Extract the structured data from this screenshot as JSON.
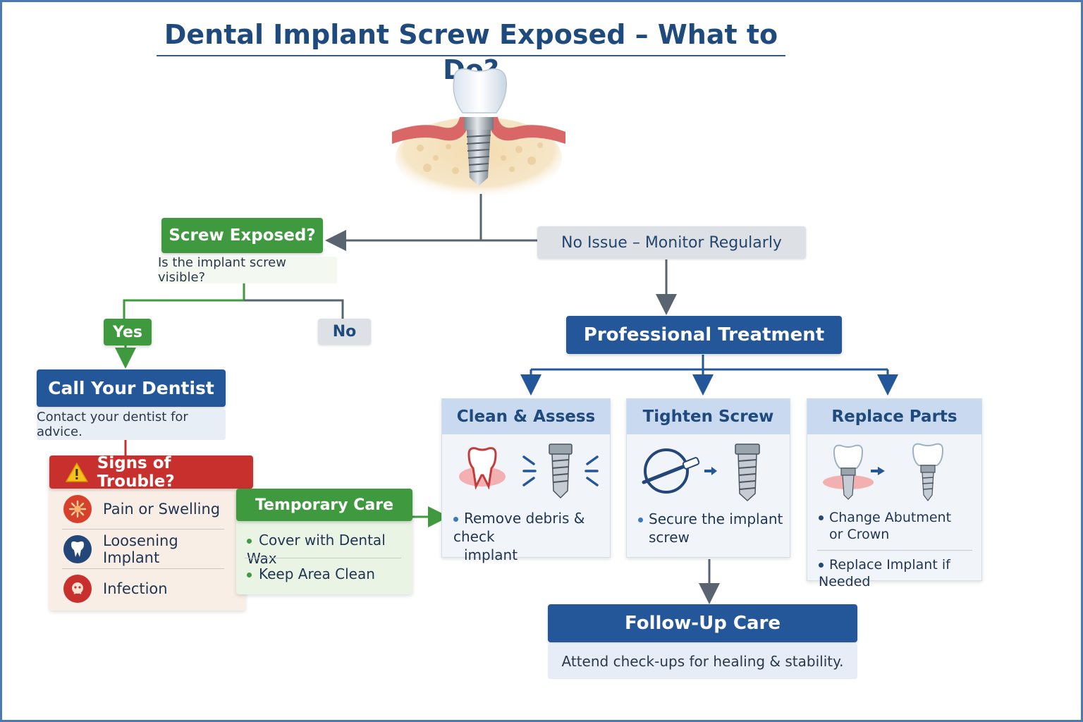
{
  "title": "Dental Implant Screw Exposed – What to Do?",
  "screw_exposed": {
    "label": "Screw Exposed?",
    "question": "Is the implant screw visible?"
  },
  "answers": {
    "yes": "Yes",
    "no": "No"
  },
  "no_issue": "No Issue – Monitor Regularly",
  "call_dentist": {
    "label": "Call Your Dentist",
    "sub": "Contact your dentist for advice."
  },
  "trouble": {
    "label": "Signs of Trouble?",
    "items": [
      "Pain or Swelling",
      "Loosening Implant",
      "Infection"
    ]
  },
  "temporary_care": {
    "label": "Temporary Care",
    "items": [
      "Cover with Dental Wax",
      "Keep Area Clean"
    ]
  },
  "professional_treatment": {
    "label": "Professional Treatment"
  },
  "treatments": [
    {
      "label": "Clean & Assess",
      "lines": [
        "Remove debris & check",
        "implant"
      ]
    },
    {
      "label": "Tighten Screw",
      "lines": [
        "Secure the implant",
        "screw"
      ]
    },
    {
      "label": "Replace Parts",
      "lines": [
        "Change Abutment",
        "or Crown",
        "Replace Implant if Needed"
      ]
    }
  ],
  "follow_up": {
    "label": "Follow-Up Care",
    "sub": "Attend check-ups for healing & stability."
  },
  "colors": {
    "green": "#3f9a3f",
    "navy": "#24569a",
    "red": "#c8302e",
    "gum": "#e07a7a",
    "bone": "#f2dcb5"
  }
}
